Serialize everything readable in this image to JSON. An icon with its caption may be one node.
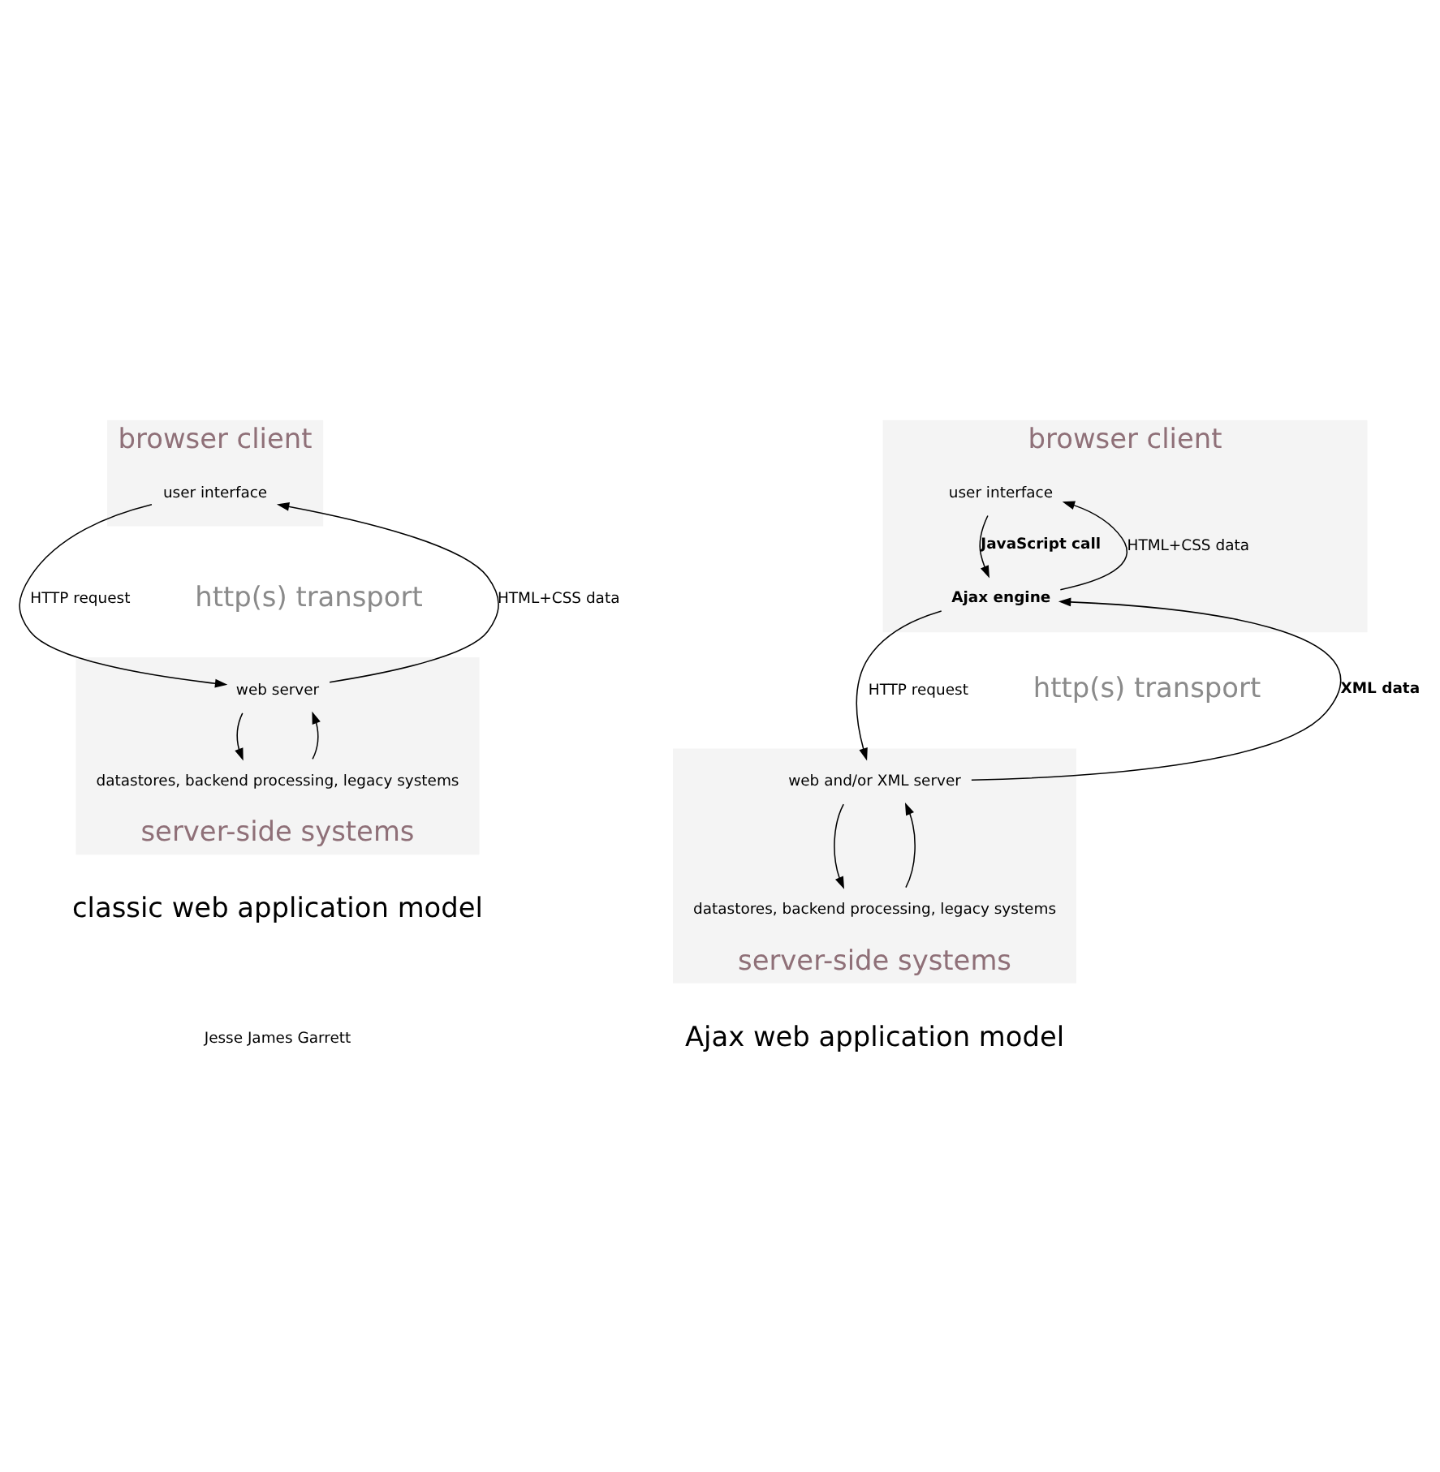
{
  "diagram": {
    "nodes": [
      {
        "text": [
          "browser client"
        ]
      },
      {
        "text": [
          "user interface"
        ],
        "in": 0
      },
      {
        "text": [
          "server-side systems"
        ]
      },
      {
        "text": [
          "web server"
        ],
        "in": 2
      },
      {
        "text": [
          "datastores, backend processing, legacy systems"
        ],
        "in": 2
      },
      {
        "text": [
          "browser client"
        ]
      },
      {
        "text": [
          "user interface"
        ],
        "in": 5
      },
      {
        "text": [
          "Ajax engine"
        ],
        "in": 5
      },
      {
        "text": [
          "server-side systems"
        ]
      },
      {
        "text": [
          "web and/or XML server"
        ],
        "in": 8
      },
      {
        "text": [
          "datastores, backend processing, legacy systems"
        ],
        "in": 8
      }
    ],
    "edges": [
      {
        "from": 1,
        "to": 3,
        "arrow": "to",
        "label": "HTTP request"
      },
      {
        "from": 3,
        "to": 1,
        "arrow": "to",
        "label": "HTML+CSS data"
      },
      {
        "from": 3,
        "to": 4,
        "arrow": "to"
      },
      {
        "from": 4,
        "to": 3,
        "arrow": "to"
      },
      {
        "from": 6,
        "to": 7,
        "arrow": "to",
        "label": "JavaScript call"
      },
      {
        "from": 7,
        "to": 6,
        "arrow": "to",
        "label": "HTML+CSS data"
      },
      {
        "from": 7,
        "to": 9,
        "arrow": "to",
        "label": "HTTP request"
      },
      {
        "from": 9,
        "to": 7,
        "arrow": "to",
        "label": "XML data"
      },
      {
        "from": 9,
        "to": 10,
        "arrow": "to"
      },
      {
        "from": 10,
        "to": 9,
        "arrow": "to"
      }
    ],
    "labels": [
      "http(s) transport",
      "classic web application model",
      "http(s) transport",
      "Ajax web application model",
      "Jesse James Garrett"
    ]
  }
}
